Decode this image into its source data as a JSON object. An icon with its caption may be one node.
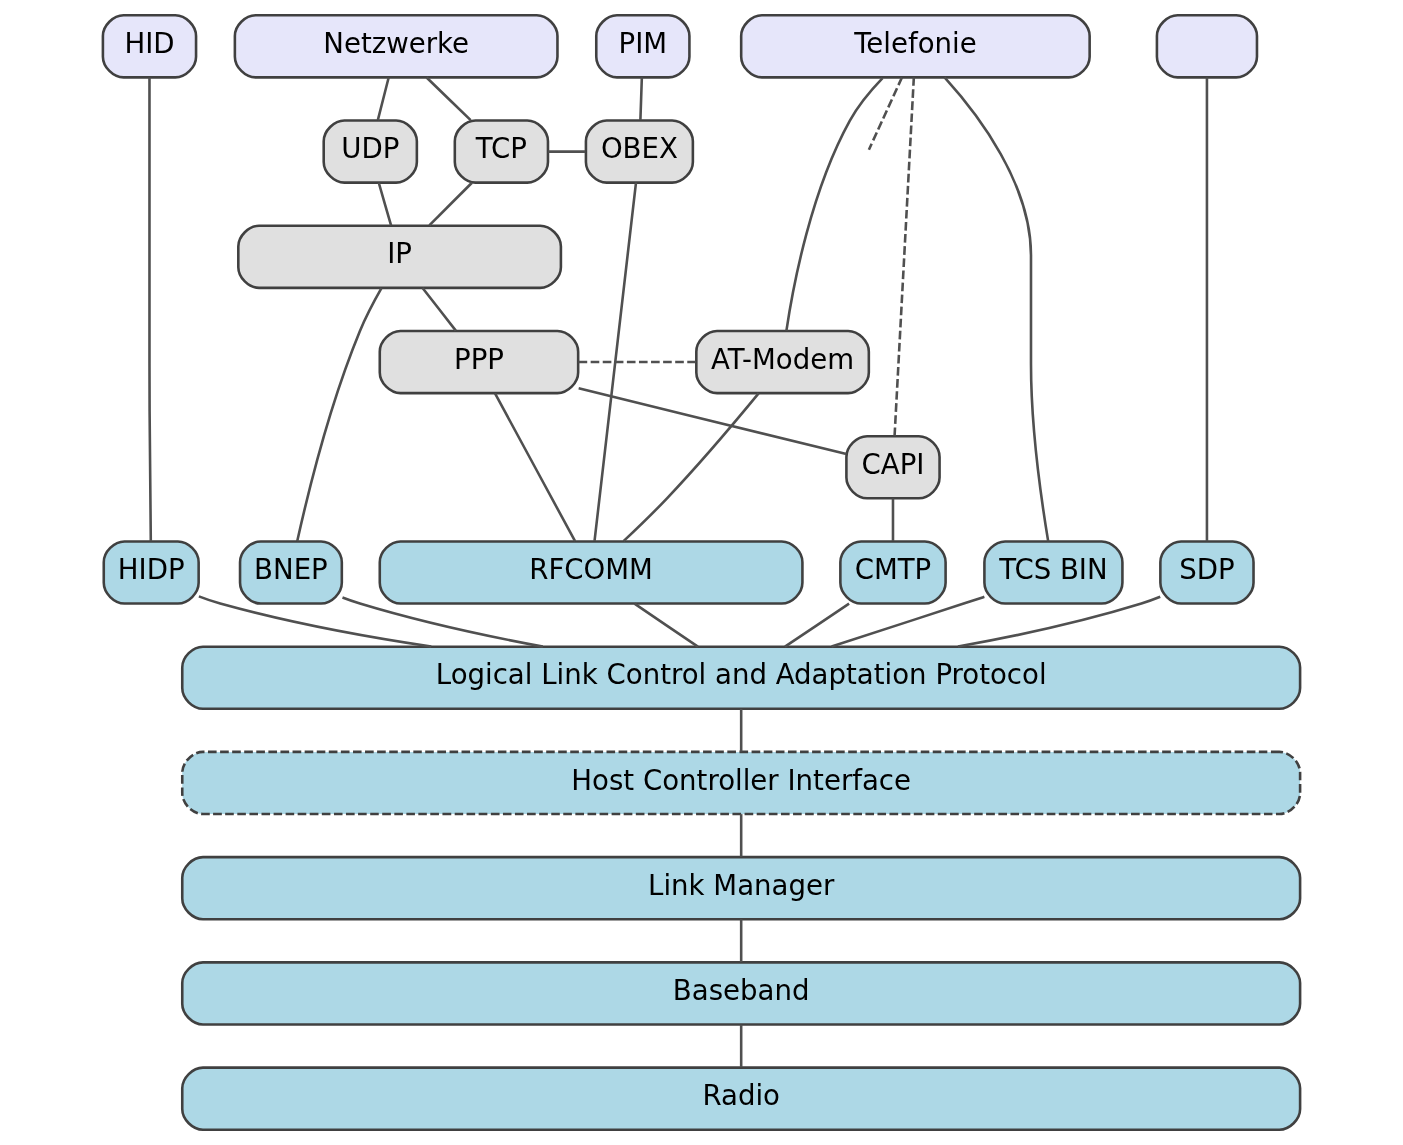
{
  "diagram": {
    "nodes": [
      {
        "text": [
          "HID"
        ]
      },
      {
        "text": [
          "Netzwerke"
        ]
      },
      {
        "text": [
          "PIM"
        ]
      },
      {
        "text": [
          "Telefonie"
        ]
      },
      {
        "text": [],
        "shape": "box"
      },
      {
        "text": [
          "UDP"
        ]
      },
      {
        "text": [
          "TCP"
        ]
      },
      {
        "text": [
          "OBEX"
        ]
      },
      {
        "text": [
          "IP"
        ]
      },
      {
        "text": [
          "PPP"
        ]
      },
      {
        "text": [
          "AT-Modem"
        ]
      },
      {
        "text": [
          "CAPI"
        ]
      },
      {
        "text": [
          "HIDP"
        ]
      },
      {
        "text": [
          "BNEP"
        ]
      },
      {
        "text": [
          "CMTP"
        ]
      },
      {
        "text": [
          "RFCOMM"
        ]
      },
      {
        "text": [
          "TCS BIN"
        ]
      },
      {
        "text": [
          "SDP"
        ]
      },
      {
        "text": [
          "Logical Link Control and Adaptation Protocol"
        ]
      },
      {
        "text": [
          "Host Controller Interface"
        ]
      },
      {
        "text": [
          "Link Manager"
        ]
      },
      {
        "text": [
          "Baseband"
        ]
      },
      {
        "text": [
          "Radio"
        ]
      }
    ],
    "edges": [
      {
        "from": 0,
        "to": 12,
        "arrow": "none"
      },
      {
        "from": 1,
        "to": 5,
        "arrow": "none"
      },
      {
        "from": 1,
        "to": 6,
        "arrow": "none"
      },
      {
        "from": 2,
        "to": 7,
        "arrow": "none"
      },
      {
        "from": 6,
        "to": 7,
        "arrow": "none"
      },
      {
        "from": 5,
        "to": 8,
        "arrow": "none"
      },
      {
        "from": 6,
        "to": 8,
        "arrow": "none"
      },
      {
        "from": 8,
        "to": 13,
        "arrow": "none"
      },
      {
        "from": 8,
        "to": 9,
        "arrow": "none"
      },
      {
        "from": 9,
        "to": 10,
        "arrow": "none",
        "style": "dashed"
      },
      {
        "from": 9,
        "to": 11,
        "arrow": "none"
      },
      {
        "from": 9,
        "to": 15,
        "arrow": "none"
      },
      {
        "from": 7,
        "to": 15,
        "arrow": "none"
      },
      {
        "from": 3,
        "to": 10,
        "arrow": "none"
      },
      {
        "from": 3,
        "to": 11,
        "arrow": "none",
        "style": "dashed"
      },
      {
        "from": 10,
        "to": 15,
        "arrow": "none"
      },
      {
        "from": 3,
        "to": 16,
        "arrow": "none"
      },
      {
        "from": 3,
        "to": null,
        "arrow": "none",
        "style": "dashed"
      },
      {
        "from": 4,
        "to": 17,
        "arrow": "none"
      },
      {
        "from": 11,
        "to": 14,
        "arrow": "none"
      },
      {
        "from": 12,
        "to": 18,
        "arrow": "none"
      },
      {
        "from": 13,
        "to": 18,
        "arrow": "none"
      },
      {
        "from": 14,
        "to": 18,
        "arrow": "none"
      },
      {
        "from": 15,
        "to": 18,
        "arrow": "none"
      },
      {
        "from": 16,
        "to": 18,
        "arrow": "none"
      },
      {
        "from": 17,
        "to": 18,
        "arrow": "none"
      },
      {
        "from": 18,
        "to": 19,
        "arrow": "none"
      },
      {
        "from": 19,
        "to": 20,
        "arrow": "none"
      },
      {
        "from": 20,
        "to": 21,
        "arrow": "none"
      },
      {
        "from": 21,
        "to": 22,
        "arrow": "none"
      }
    ]
  }
}
